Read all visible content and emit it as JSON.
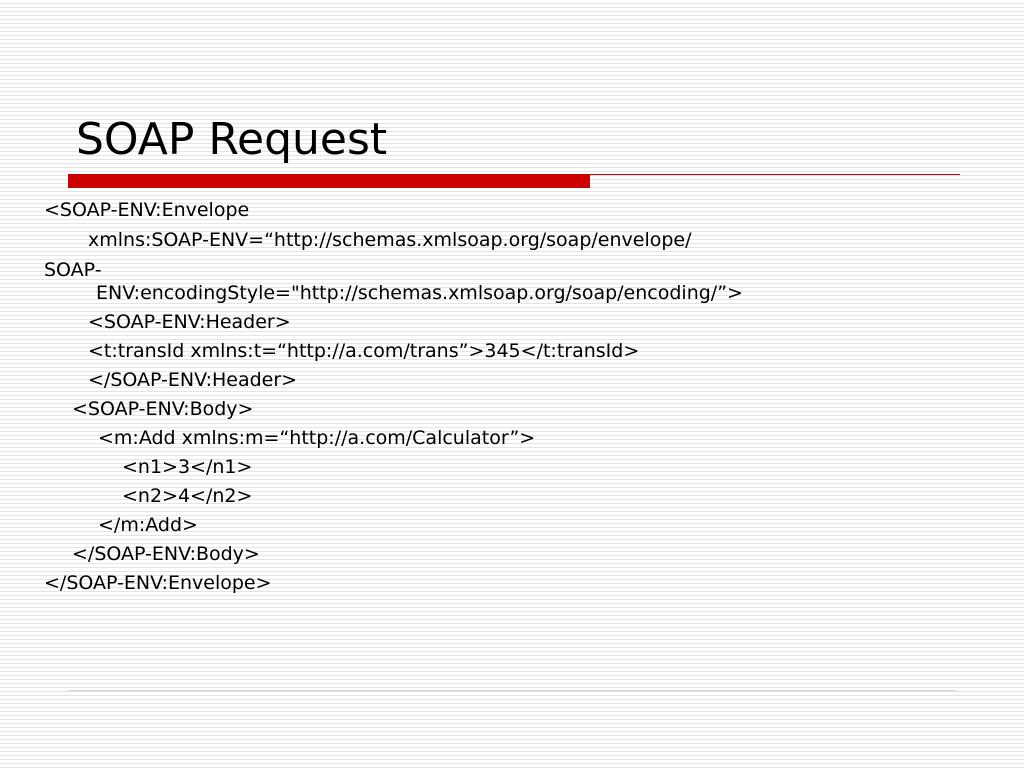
{
  "slide": {
    "title": "SOAP Request",
    "lines": [
      "<SOAP-ENV:Envelope",
      "xmlns:SOAP-ENV=“http://schemas.xmlsoap.org/soap/envelope/",
      "SOAP-",
      "ENV:encodingStyle=\"http://schemas.xmlsoap.org/soap/encoding/”>",
      "<SOAP-ENV:Header>",
      "<t:transId xmlns:t=“http://a.com/trans”>345</t:transId>",
      "</SOAP-ENV:Header>",
      "<SOAP-ENV:Body>",
      "<m:Add xmlns:m=“http://a.com/Calculator”>",
      "<n1>3</n1>",
      "<n2>4</n2>",
      "</m:Add>",
      "</SOAP-ENV:Body>",
      "</SOAP-ENV:Envelope>"
    ]
  },
  "colors": {
    "accent": "#cc0000",
    "background_stripe": "#e4e4e4"
  }
}
